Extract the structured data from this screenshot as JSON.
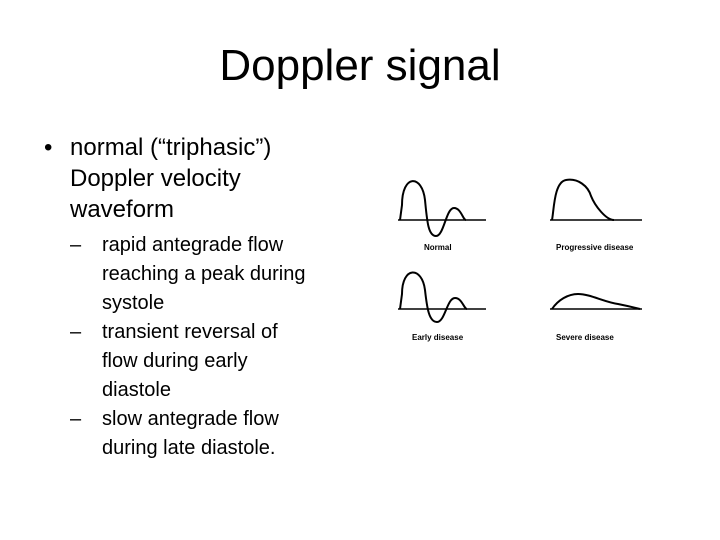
{
  "title": "Doppler signal",
  "bullet": {
    "marker": "•",
    "text_lines": [
      "normal (“triphasic”)",
      "Doppler velocity",
      "waveform"
    ]
  },
  "sub_bullets": [
    {
      "marker": "–",
      "lines": [
        "rapid antegrade flow",
        "reaching a peak during",
        "systole"
      ]
    },
    {
      "marker": "–",
      "lines": [
        "transient reversal of",
        "flow during early",
        "diastole"
      ]
    },
    {
      "marker": "–",
      "lines": [
        "slow antegrade flow",
        "during late diastole."
      ]
    }
  ],
  "figure": {
    "panels": [
      {
        "label": "Normal"
      },
      {
        "label": "Progressive disease"
      },
      {
        "label": "Early disease"
      },
      {
        "label": "Severe disease"
      }
    ]
  }
}
